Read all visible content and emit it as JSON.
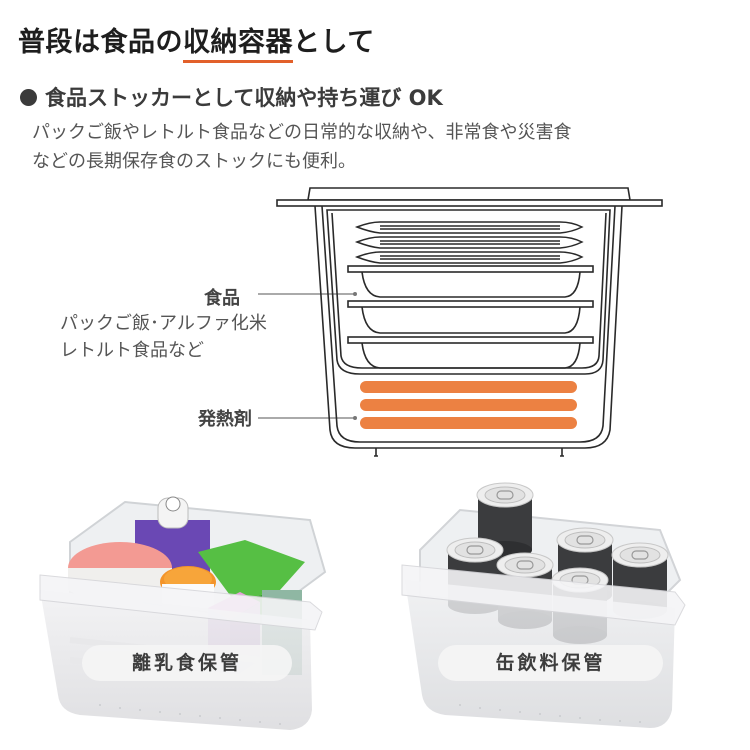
{
  "title": {
    "prefix": "普段は食品の",
    "highlight": "収納容器",
    "suffix": "として",
    "underline_color": "#e2602a"
  },
  "feature": {
    "heading": "食品ストッカーとして収納や持ち運び OK",
    "description_lines": [
      "パックご飯やレトルト食品などの日常的な収納や、非常食や災害食",
      "などの長期保存食のストックにも便利。"
    ]
  },
  "diagram": {
    "labels": {
      "food_title": "食品",
      "food_detail_lines": [
        "パックご飯･アルファ化米",
        "レトルト食品など"
      ],
      "heater": "発熱剤"
    },
    "colors": {
      "outline": "#2a2a2a",
      "heater": "#ec8142"
    },
    "pouch_count": 3,
    "tray_count": 3,
    "heater_bar_count": 3
  },
  "photos": [
    {
      "caption": "離乳食保管",
      "contents": [
        "purple-pouch",
        "pink-container",
        "orange-jar",
        "green-box",
        "pink-box",
        "white-bottle"
      ]
    },
    {
      "caption": "缶飲料保管",
      "contents": [
        "can",
        "can",
        "can",
        "can",
        "can",
        "can"
      ]
    }
  ]
}
